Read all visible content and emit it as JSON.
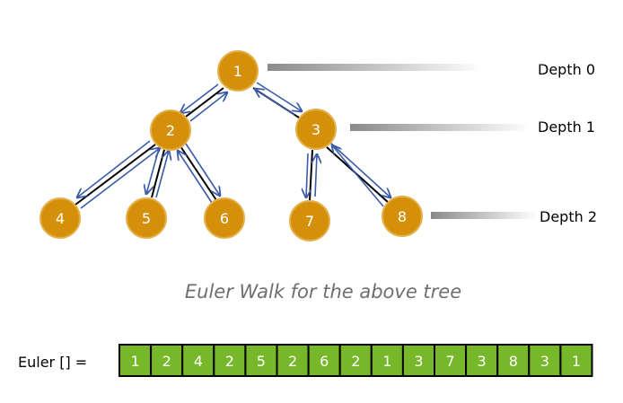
{
  "colors": {
    "node_fill": "#d4900a",
    "node_stroke": "#e4b04a",
    "edge": "#000000",
    "arrow": "#3c5ba8",
    "cell_fill": "#76b82a",
    "cell_stroke": "#000000"
  },
  "tree": {
    "nodes": [
      {
        "label": "1"
      },
      {
        "label": "2"
      },
      {
        "label": "3"
      },
      {
        "label": "4"
      },
      {
        "label": "5"
      },
      {
        "label": "6"
      },
      {
        "label": "7"
      },
      {
        "label": "8"
      }
    ],
    "depths": [
      {
        "label": "Depth 0"
      },
      {
        "label": "Depth 1"
      },
      {
        "label": "Depth 2"
      }
    ]
  },
  "caption": "Euler Walk for the above tree",
  "euler": {
    "label": "Euler [] =",
    "values": [
      "1",
      "2",
      "4",
      "2",
      "5",
      "2",
      "6",
      "2",
      "1",
      "3",
      "7",
      "3",
      "8",
      "3",
      "1"
    ]
  }
}
